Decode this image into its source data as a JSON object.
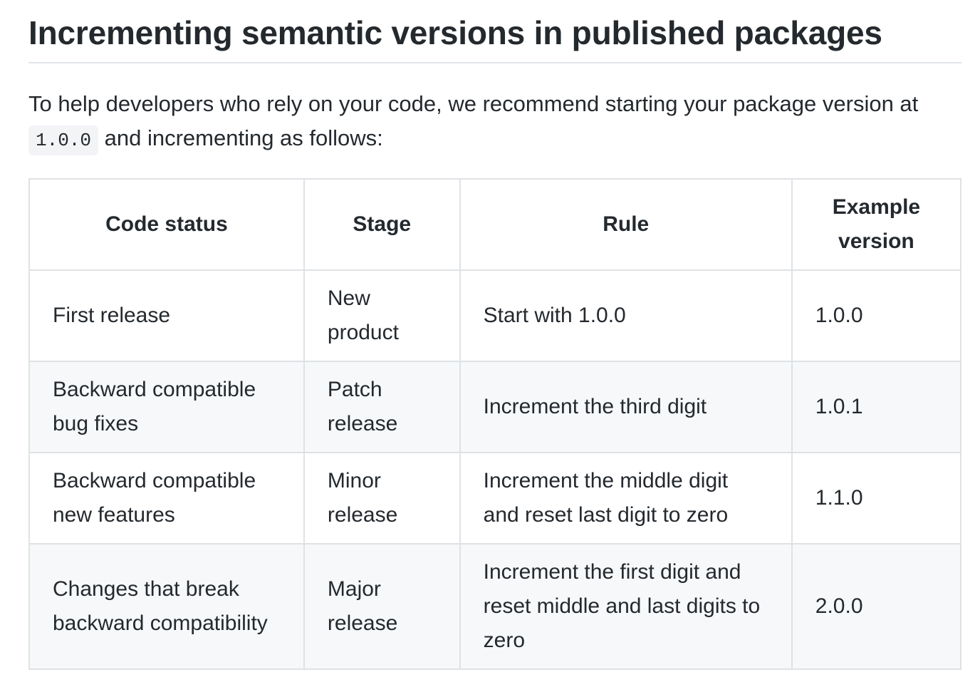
{
  "heading": "Incrementing semantic versions in published packages",
  "intro": {
    "before": "To help developers who rely on your code, we recommend starting your package version at ",
    "code": "1.0.0",
    "after": " and incrementing as follows:"
  },
  "table": {
    "headers": [
      "Code status",
      "Stage",
      "Rule",
      "Example version"
    ],
    "rows": [
      {
        "status": "First release",
        "stage": "New product",
        "rule": "Start with 1.0.0",
        "example": "1.0.0"
      },
      {
        "status": "Backward compatible bug fixes",
        "stage": "Patch release",
        "rule": "Increment the third digit",
        "example": "1.0.1"
      },
      {
        "status": "Backward compatible new features",
        "stage": "Minor release",
        "rule": "Increment the middle digit and reset last digit to zero",
        "example": "1.1.0"
      },
      {
        "status": "Changes that break backward compatibility",
        "stage": "Major release",
        "rule": "Increment the first digit and reset middle and last digits to zero",
        "example": "2.0.0"
      }
    ]
  }
}
